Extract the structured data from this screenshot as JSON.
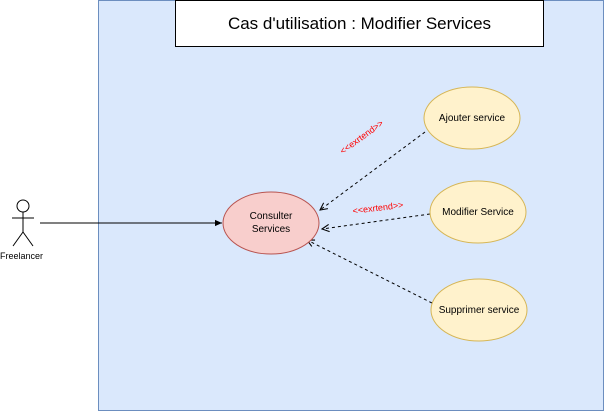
{
  "diagram": {
    "title": "Cas d'utilisation : Modifier Services",
    "actor": {
      "label": "Freelancer"
    },
    "use_cases": {
      "consulter": "Consulter\nServices",
      "ajouter": "Ajouter service",
      "modifier": "Modifier Service",
      "supprimer": "Supprimer service"
    },
    "relations": {
      "extend_1": "<<exrtend>>",
      "extend_2": "<<exrtend>>"
    }
  },
  "colors": {
    "system_fill": "#dae8fc",
    "system_stroke": "#6c8ebf",
    "primary_fill": "#f8cecc",
    "primary_stroke": "#b85450",
    "secondary_fill": "#fff2cc",
    "secondary_stroke": "#d6b656",
    "stereotype": "#ff0000"
  }
}
